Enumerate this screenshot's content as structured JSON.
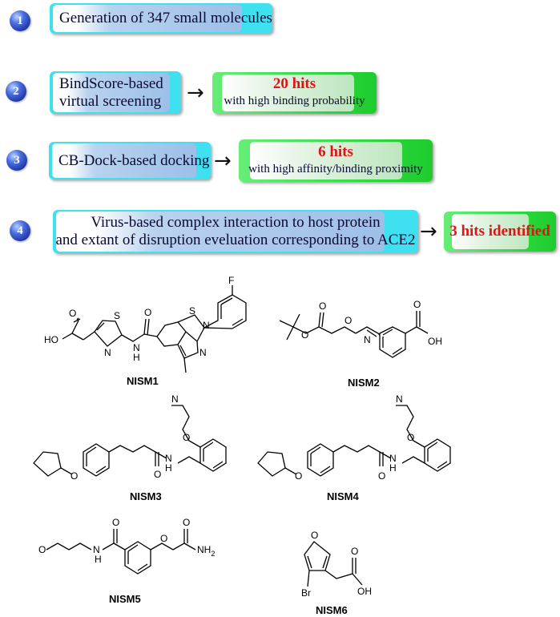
{
  "steps": [
    {
      "number": "1",
      "box_lines": [
        "Generation of 347 small molecules"
      ]
    },
    {
      "number": "2",
      "box_lines": [
        "BindScore-based",
        "virtual screening"
      ],
      "result_hits": "20 hits",
      "result_sub": "with high binding probability"
    },
    {
      "number": "3",
      "box_lines": [
        "CB-Dock-based docking"
      ],
      "result_hits": "6 hits",
      "result_sub": "with high affinity/binding proximity"
    },
    {
      "number": "4",
      "box_lines": [
        "Virus-based complex interaction to host protein",
        "and extant of disruption eveluation corresponding to ACE2"
      ],
      "result_hits": "3 hits identified"
    }
  ],
  "arrow_glyph": "→",
  "molecules": [
    {
      "label": "NISM1",
      "atoms": {
        "ho": "HO",
        "o": "O",
        "s1": "S",
        "n1": "N",
        "nh": "N",
        "h": "H",
        "o2": "O",
        "s2": "S",
        "n2": "N",
        "n3": "N",
        "f": "F"
      }
    },
    {
      "label": "NISM2",
      "atoms": {
        "o1": "O",
        "o2": "O",
        "o3": "O",
        "n": "N",
        "o4": "O",
        "oh": "OH"
      }
    },
    {
      "label": "NISM3",
      "atoms": {
        "n": "N",
        "o1": "O",
        "o2": "O",
        "nh": "N",
        "h": "H",
        "o3": "O"
      }
    },
    {
      "label": "NISM4",
      "atoms": {
        "n": "N",
        "o1": "O",
        "o2": "O",
        "nh": "N",
        "h": "H",
        "o3": "O"
      }
    },
    {
      "label": "NISM5",
      "atoms": {
        "o1": "O",
        "o2": "O",
        "nh": "N",
        "h": "H",
        "o3": "O",
        "o4": "O",
        "nh2": "NH",
        "sub2": "2"
      }
    },
    {
      "label": "NISM6",
      "atoms": {
        "o1": "O",
        "o2": "O",
        "oh": "OH",
        "br": "Br"
      }
    }
  ]
}
